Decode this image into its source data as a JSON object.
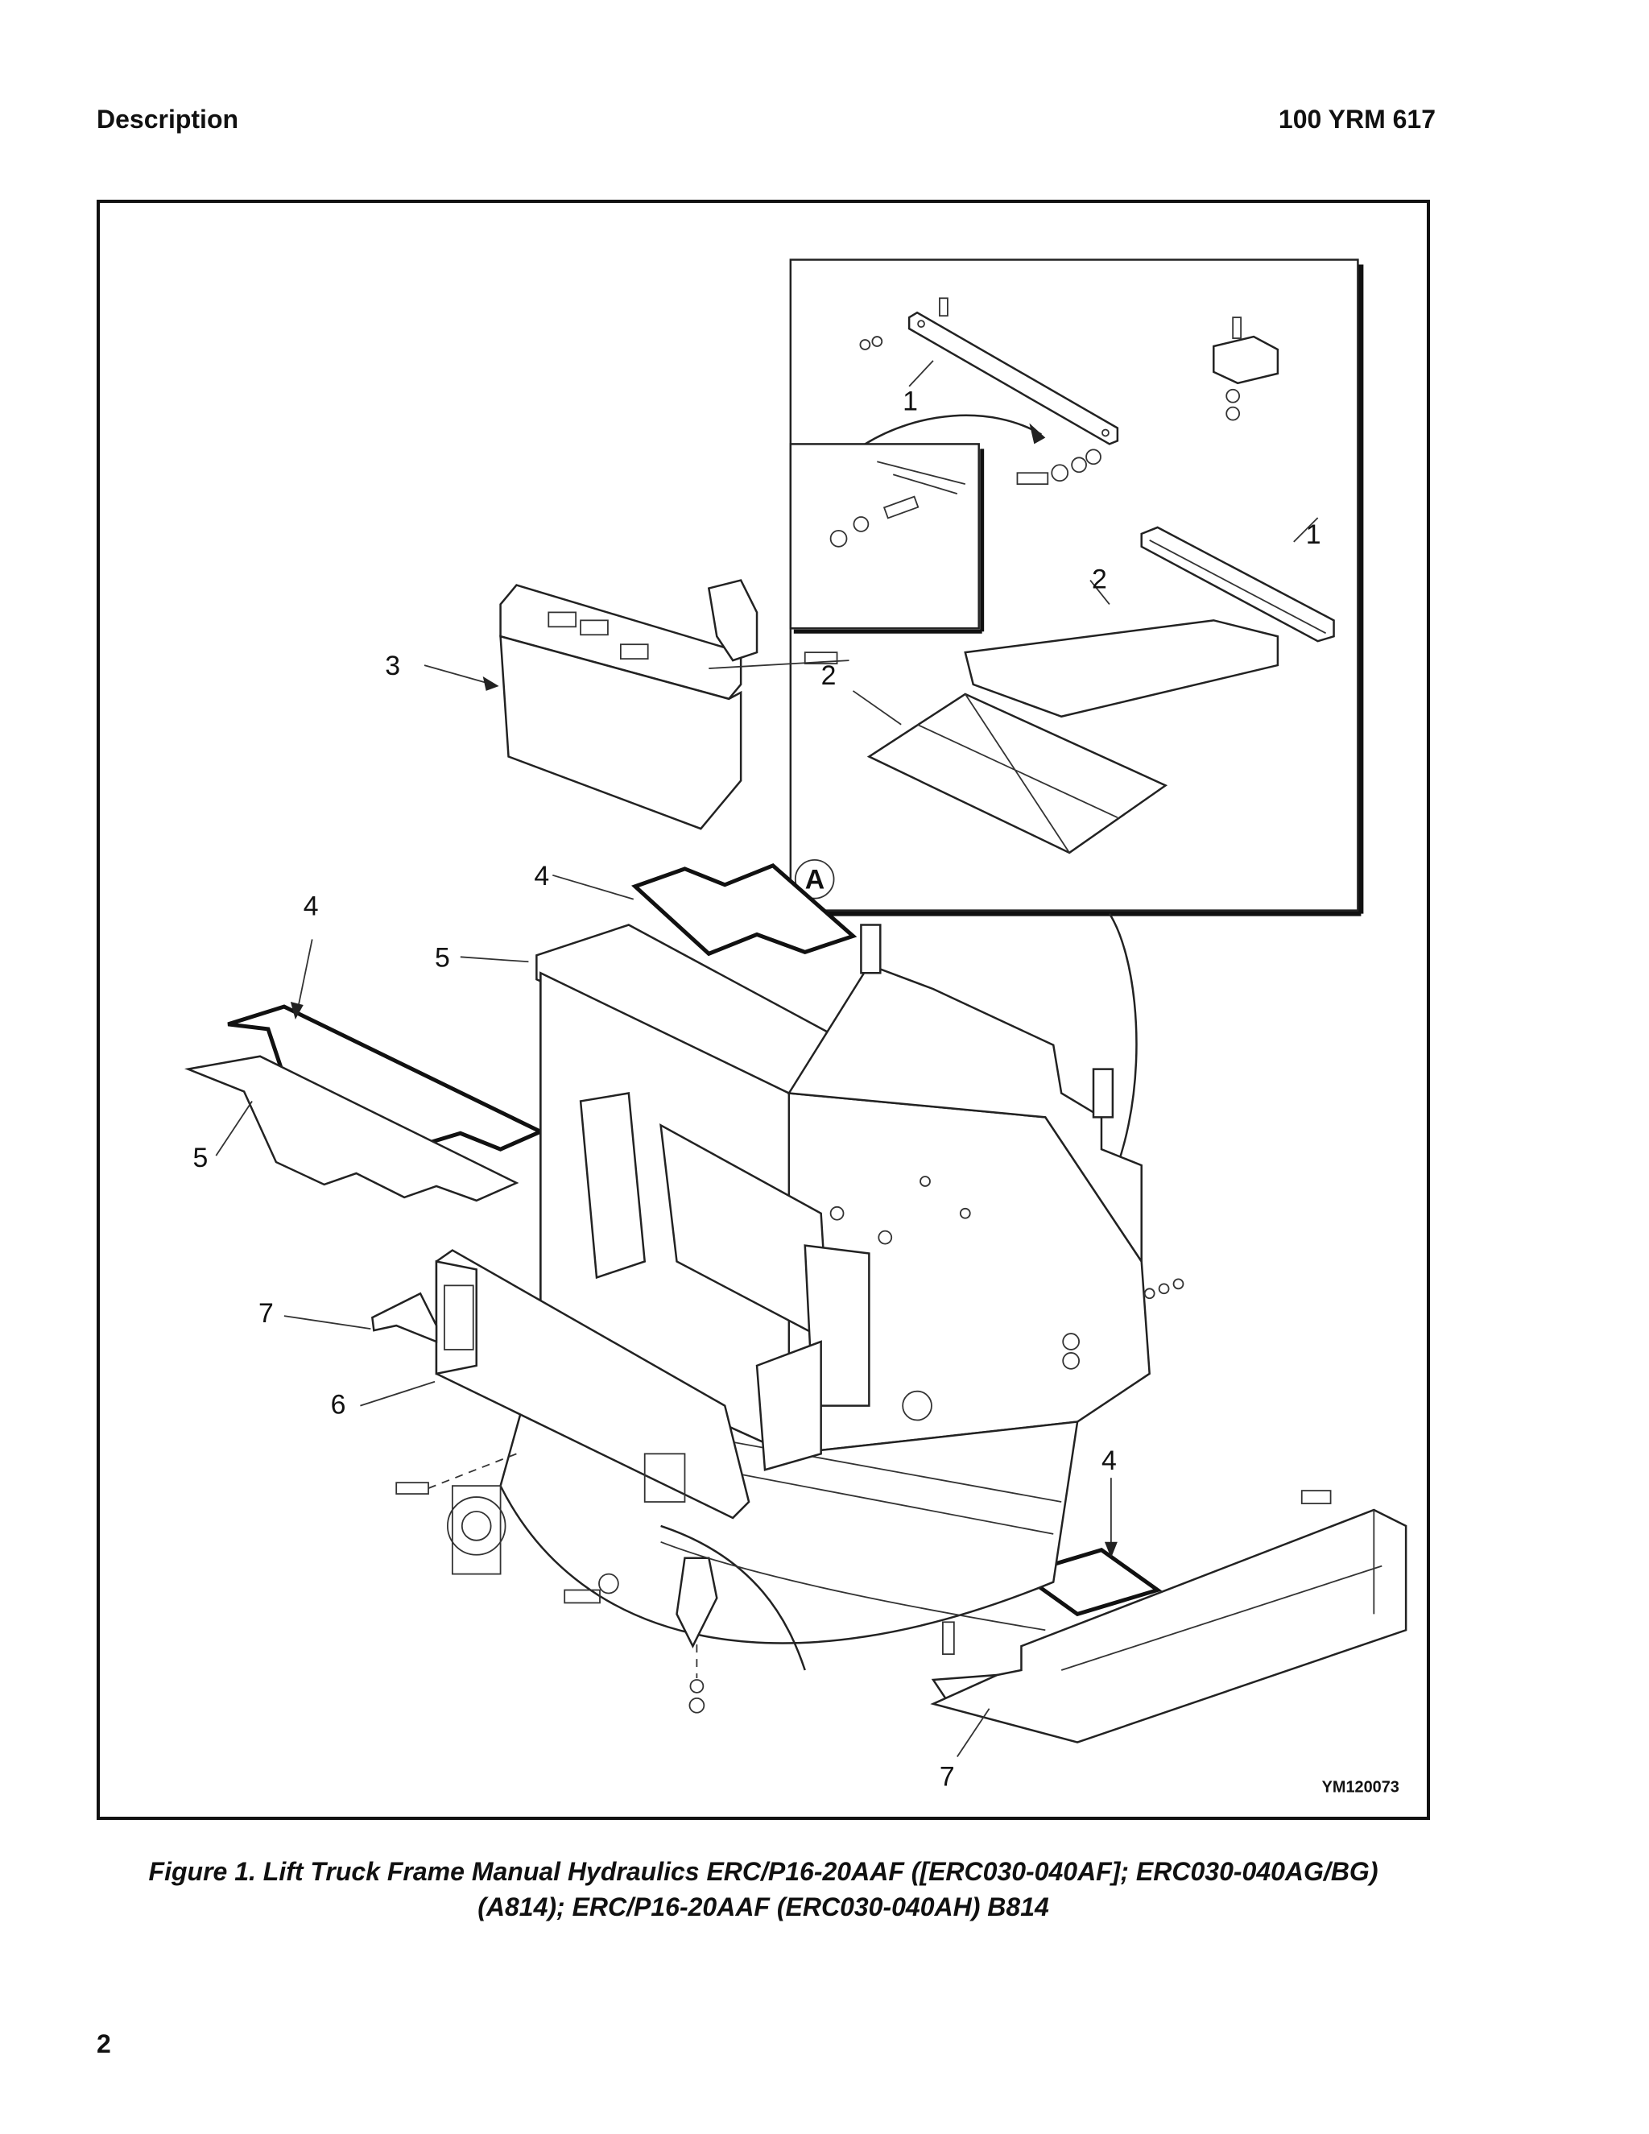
{
  "header": {
    "section": "Description",
    "doc_number": "100 YRM 617"
  },
  "figure": {
    "callouts": [
      "1",
      "1",
      "2",
      "2",
      "3",
      "4",
      "4",
      "4",
      "5",
      "5",
      "6",
      "7",
      "7"
    ],
    "detail_label": "A",
    "image_code": "YM120073"
  },
  "caption": {
    "line1": "Figure 1.  Lift Truck Frame Manual Hydraulics ERC/P16-20AAF ([ERC030-040AF]; ERC030-040AG/BG)",
    "line2": "(A814); ERC/P16-20AAF (ERC030-040AH) B814"
  },
  "page_number": "2"
}
